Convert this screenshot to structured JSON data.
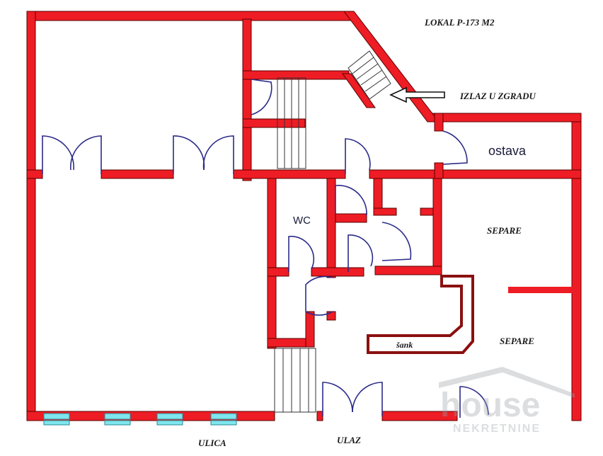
{
  "title": "LOKAL P-173 M2",
  "exit_label": "IZLAZ U ZGRADU",
  "rooms": {
    "storage": "ostava",
    "wc": "WC",
    "separe_top": "SEPARE",
    "separe_bottom": "SEPARE",
    "bar": "šank"
  },
  "street_label": "ULICA",
  "entrance_label": "ULAZ",
  "watermark": {
    "brand": "house",
    "sub": "NEKRETNINE"
  },
  "colors": {
    "wall": "#ee1c24",
    "wall_outline": "#5a0000",
    "door": "#2b2b8a",
    "bar_counter": "#8b1010",
    "window": "#7fe6ef"
  }
}
